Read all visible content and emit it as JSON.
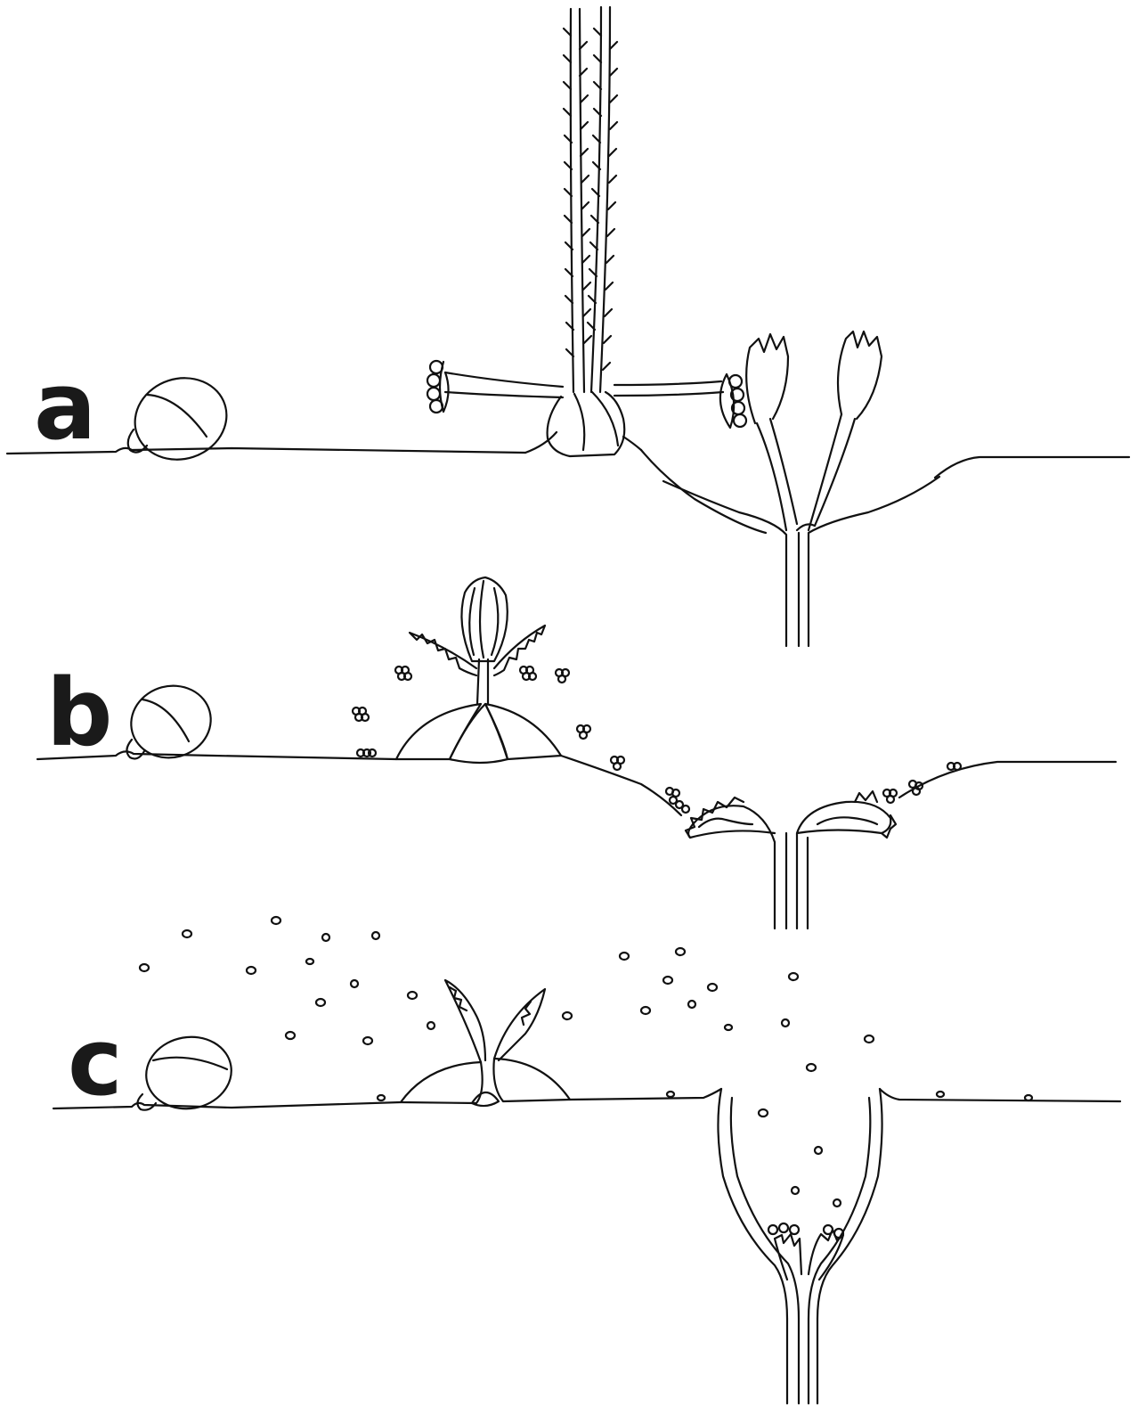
{
  "panels": [
    {
      "id": "a",
      "label": "a"
    },
    {
      "id": "b",
      "label": "b"
    },
    {
      "id": "c",
      "label": "c"
    }
  ],
  "colors": {
    "ink": "#111111",
    "label": "#1a1a1a",
    "background": "#ffffff"
  }
}
